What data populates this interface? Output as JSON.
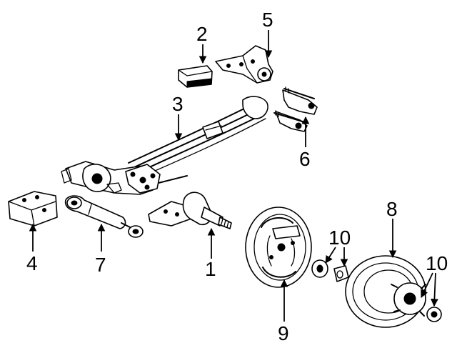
{
  "callouts": [
    {
      "id": "1",
      "text": "1"
    },
    {
      "id": "2",
      "text": "2"
    },
    {
      "id": "3",
      "text": "3"
    },
    {
      "id": "4",
      "text": "4"
    },
    {
      "id": "5",
      "text": "5"
    },
    {
      "id": "6",
      "text": "6"
    },
    {
      "id": "7",
      "text": "7"
    },
    {
      "id": "8",
      "text": "8"
    },
    {
      "id": "9",
      "text": "9"
    },
    {
      "id": "10a",
      "text": "10"
    },
    {
      "id": "10b",
      "text": "10"
    }
  ]
}
